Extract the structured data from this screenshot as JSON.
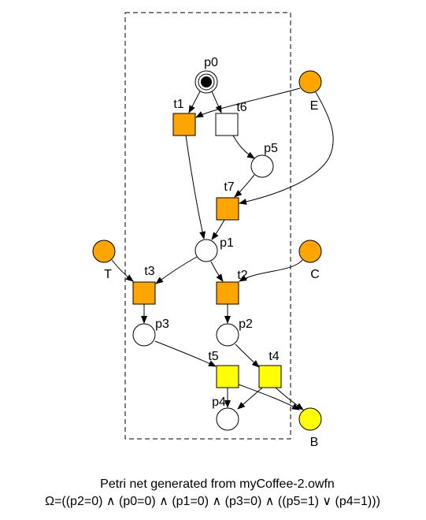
{
  "colors": {
    "interface_place": "#ffa500",
    "internal_transition": "#ffa500",
    "final_transition": "#ffff00",
    "final_place": "#ffff00",
    "plain": "#ffffff",
    "token": "#000000",
    "boundary": "#000000"
  },
  "places": [
    {
      "id": "p0",
      "label": "p0",
      "tokens": 1,
      "kind": "internal"
    },
    {
      "id": "p1",
      "label": "p1",
      "tokens": 0,
      "kind": "internal"
    },
    {
      "id": "p2",
      "label": "p2",
      "tokens": 0,
      "kind": "internal"
    },
    {
      "id": "p3",
      "label": "p3",
      "tokens": 0,
      "kind": "internal"
    },
    {
      "id": "p4",
      "label": "p4",
      "tokens": 0,
      "kind": "internal"
    },
    {
      "id": "p5",
      "label": "p5",
      "tokens": 0,
      "kind": "internal"
    },
    {
      "id": "E",
      "label": "E",
      "tokens": 0,
      "kind": "input"
    },
    {
      "id": "T",
      "label": "T",
      "tokens": 0,
      "kind": "input"
    },
    {
      "id": "C",
      "label": "C",
      "tokens": 0,
      "kind": "input"
    },
    {
      "id": "B",
      "label": "B",
      "tokens": 0,
      "kind": "output"
    }
  ],
  "transitions": [
    {
      "id": "t1",
      "label": "t1",
      "kind": "internal"
    },
    {
      "id": "t2",
      "label": "t2",
      "kind": "internal"
    },
    {
      "id": "t3",
      "label": "t3",
      "kind": "internal"
    },
    {
      "id": "t4",
      "label": "t4",
      "kind": "final"
    },
    {
      "id": "t5",
      "label": "t5",
      "kind": "final"
    },
    {
      "id": "t6",
      "label": "t6",
      "kind": "plain"
    },
    {
      "id": "t7",
      "label": "t7",
      "kind": "internal"
    }
  ],
  "arcs": [
    {
      "from": "p0",
      "to": "t1"
    },
    {
      "from": "p0",
      "to": "t6"
    },
    {
      "from": "E",
      "to": "t1"
    },
    {
      "from": "E",
      "to": "t7"
    },
    {
      "from": "t6",
      "to": "p5"
    },
    {
      "from": "p5",
      "to": "t7"
    },
    {
      "from": "t1",
      "to": "p1"
    },
    {
      "from": "t7",
      "to": "p1"
    },
    {
      "from": "p1",
      "to": "t3"
    },
    {
      "from": "p1",
      "to": "t2"
    },
    {
      "from": "T",
      "to": "t3"
    },
    {
      "from": "C",
      "to": "t2"
    },
    {
      "from": "t3",
      "to": "p3"
    },
    {
      "from": "t2",
      "to": "p2"
    },
    {
      "from": "p3",
      "to": "t5"
    },
    {
      "from": "p2",
      "to": "t4"
    },
    {
      "from": "t5",
      "to": "p4"
    },
    {
      "from": "t4",
      "to": "p4"
    },
    {
      "from": "t5",
      "to": "B"
    },
    {
      "from": "t4",
      "to": "B"
    }
  ],
  "caption": {
    "line1": "Petri net generated from myCoffee-2.owfn",
    "line2": "Ω=((p2=0) ∧ (p0=0) ∧ (p1=0) ∧ (p3=0) ∧ ((p5=1) ∨ (p4=1)))"
  }
}
